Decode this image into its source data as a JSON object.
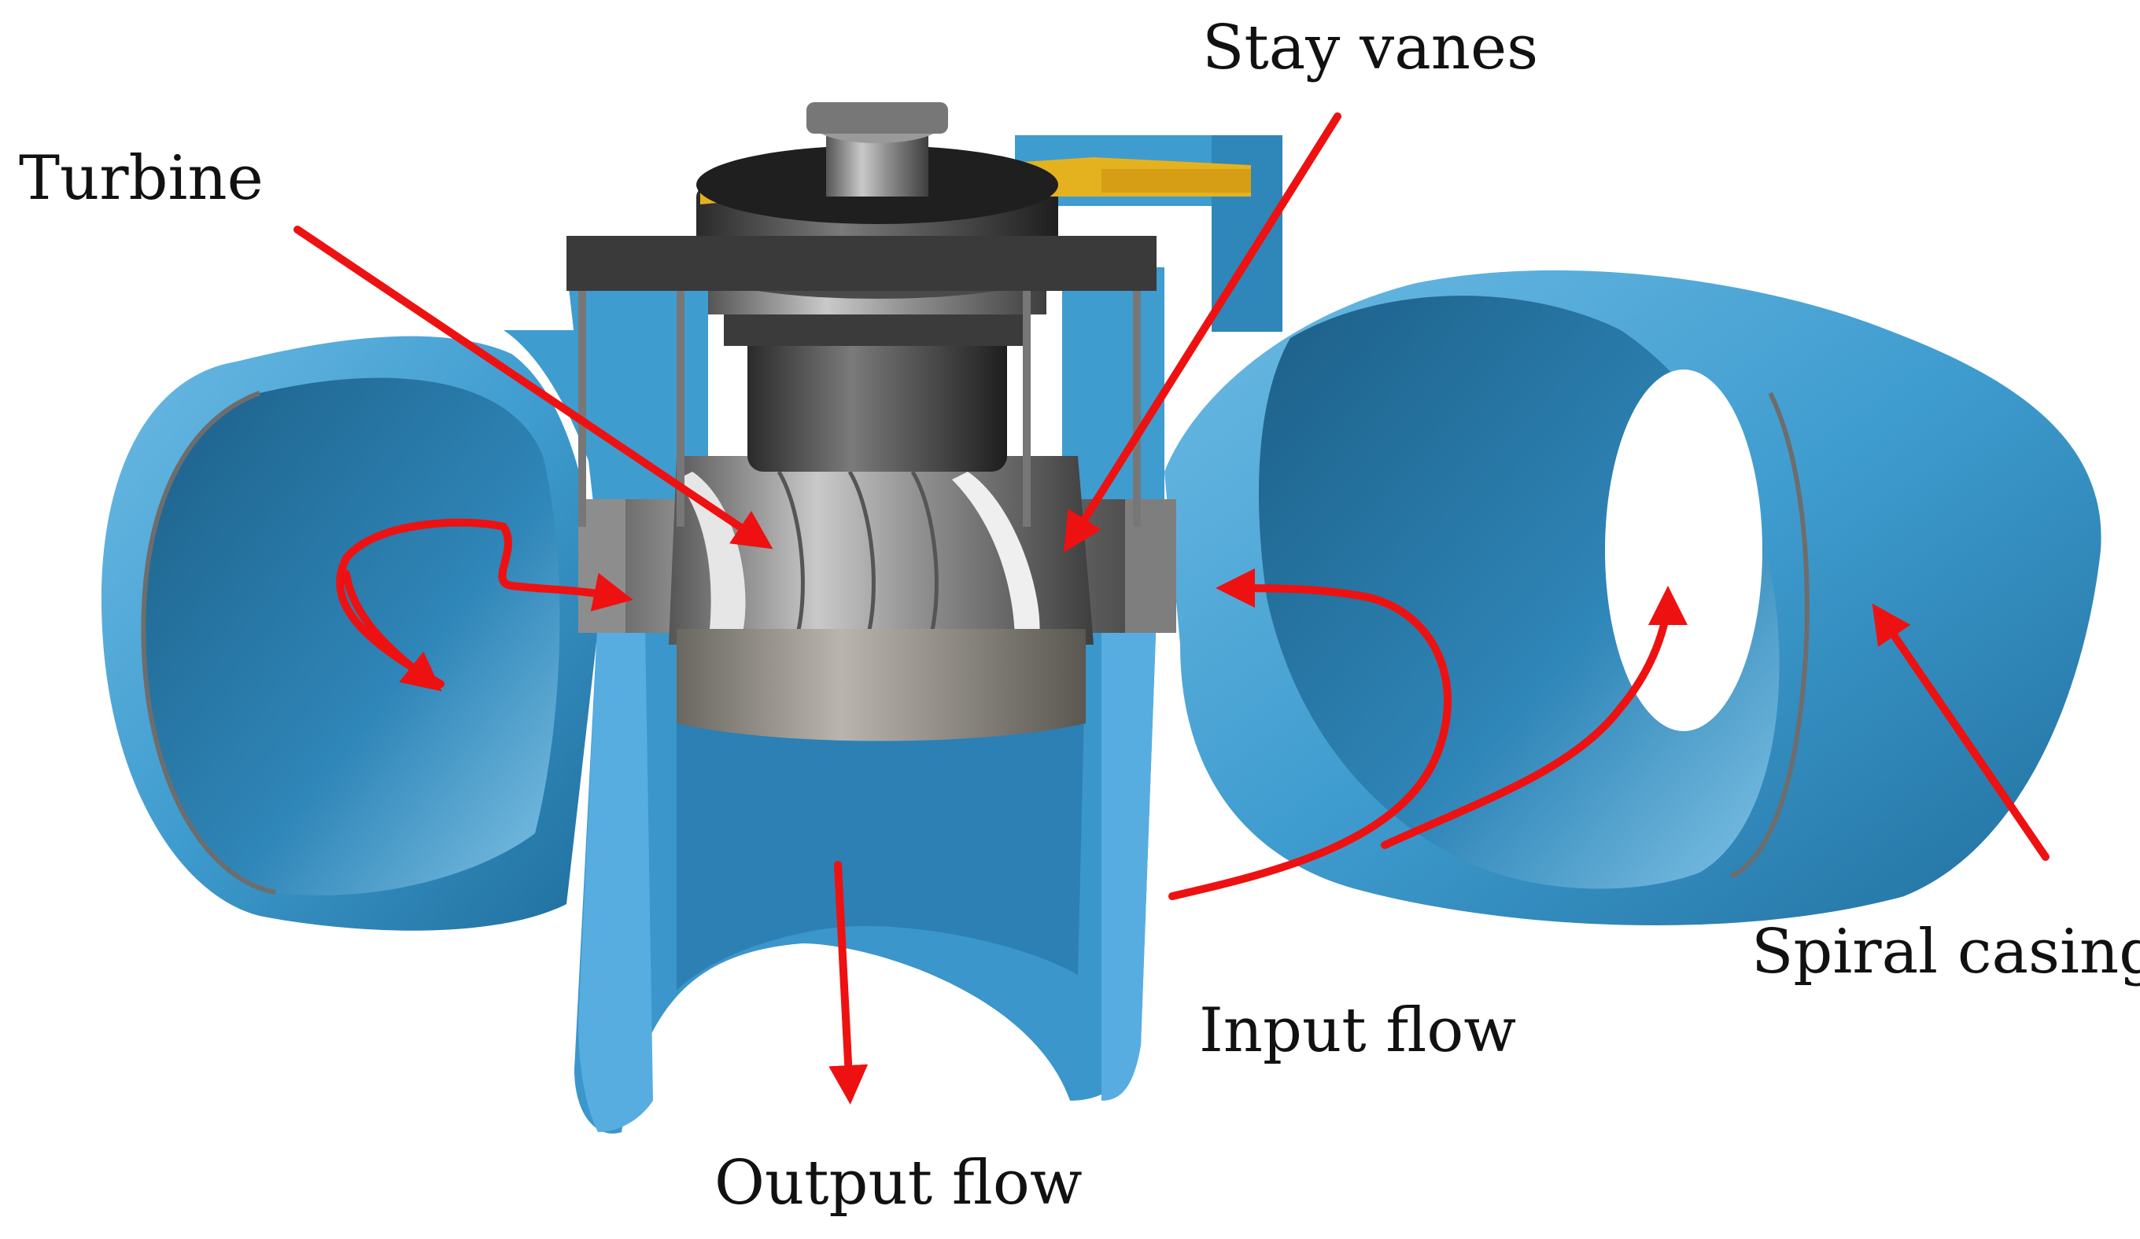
{
  "labels": {
    "turbine": "Turbine",
    "stay_vanes": "Stay vanes",
    "spiral_casing": "Spiral casing",
    "input_flow": "Input flow",
    "output_flow": "Output flow"
  },
  "colors": {
    "casing_blue": "#3f9ccf",
    "casing_dark": "#1f6f9e",
    "casing_light": "#8cc9ea",
    "steel": "#9a9a9a",
    "steel_dark": "#4a4a4a",
    "yellow": "#e5b21f",
    "arrow_red": "#ee1111"
  }
}
